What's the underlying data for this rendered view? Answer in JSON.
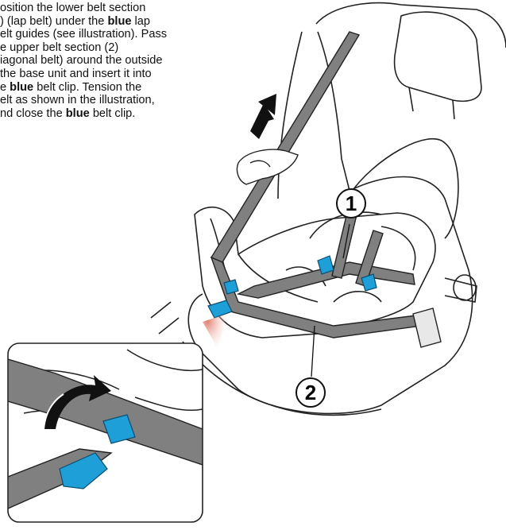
{
  "instruction": {
    "line1": "osition the lower belt section",
    "line2_a": ") (lap belt) under the ",
    "line2_bold": "blue",
    "line2_b": " lap",
    "line3": "elt guides (see illustration). Pass",
    "line4": "e upper belt section (2)",
    "line5": "iagonal belt) around the outside",
    "line6_a": " the base unit and insert it into",
    "line7_a": "e ",
    "line7_bold": "blue",
    "line7_b": " belt clip. Tension the",
    "line8": "elt as shown in the illustration,",
    "line9_a": "nd close the ",
    "line9_bold": "blue",
    "line9_b": " belt clip."
  },
  "callouts": {
    "one": "1",
    "two": "2"
  },
  "colors": {
    "belt": "#808080",
    "clip_blue": "#1f9fd8",
    "line": "#222222",
    "zoom_glow": "#e07060"
  },
  "icons": [
    "arrow-up-icon",
    "hand-icon",
    "rotate-arrow-icon"
  ]
}
